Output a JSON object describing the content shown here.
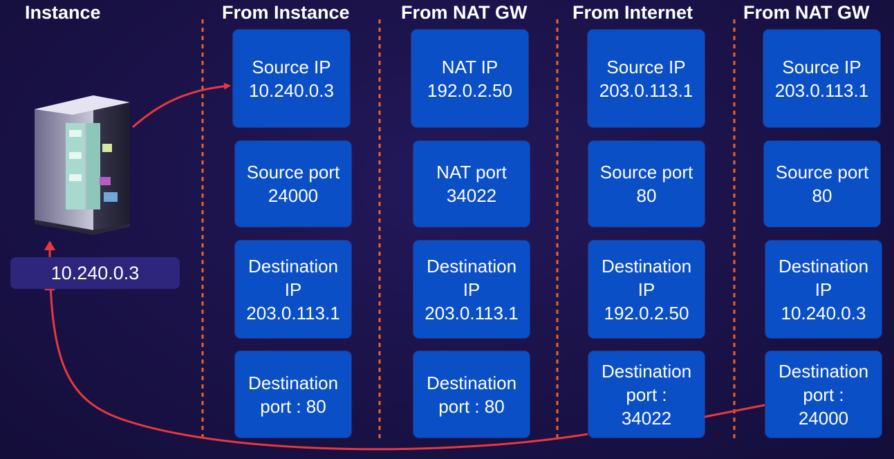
{
  "columns": [
    {
      "header": "Instance"
    },
    {
      "header": "From Instance",
      "boxes": [
        [
          "Source IP",
          "10.240.0.3"
        ],
        [
          "Source port",
          "24000"
        ],
        [
          "Destination",
          "IP",
          "203.0.113.1"
        ],
        [
          "Destination",
          "port : 80"
        ]
      ]
    },
    {
      "header": "From NAT GW",
      "boxes": [
        [
          "NAT IP",
          "192.0.2.50"
        ],
        [
          "NAT port",
          "34022"
        ],
        [
          "Destination",
          "IP",
          "203.0.113.1"
        ],
        [
          "Destination",
          "port : 80"
        ]
      ]
    },
    {
      "header": "From Internet",
      "boxes": [
        [
          "Source IP",
          "203.0.113.1"
        ],
        [
          "Source port",
          "80"
        ],
        [
          "Destination",
          "IP",
          "192.0.2.50"
        ],
        [
          "Destination",
          "port :",
          "34022"
        ]
      ]
    },
    {
      "header": "From NAT GW",
      "boxes": [
        [
          "Source IP",
          "203.0.113.1"
        ],
        [
          "Source port",
          "80"
        ],
        [
          "Destination",
          "IP",
          "10.240.0.3"
        ],
        [
          "Destination",
          "port :",
          "24000"
        ]
      ]
    }
  ],
  "instance": {
    "ip_label": "10.240.0.3",
    "icon": "server-icon"
  },
  "colors": {
    "background": "#1a1248",
    "box": "#0b4fc7",
    "label_box": "#2e257c",
    "divider": "#e8632a",
    "arrow": "#e8383f",
    "text": "#ffffff"
  }
}
